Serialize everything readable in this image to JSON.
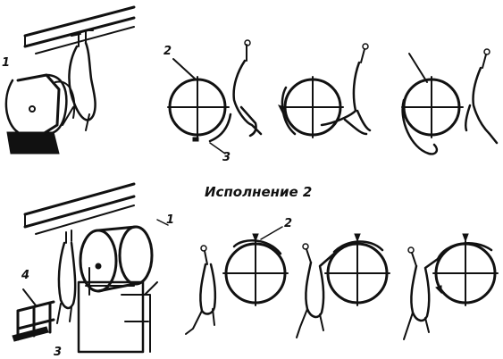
{
  "caption": "Исполнение 2",
  "labels": {
    "one_top": "1",
    "two_top": "2",
    "three_top": "3",
    "one_bottom": "1",
    "two_bottom": "2",
    "three_bottom": "3",
    "four_bottom": "4"
  }
}
